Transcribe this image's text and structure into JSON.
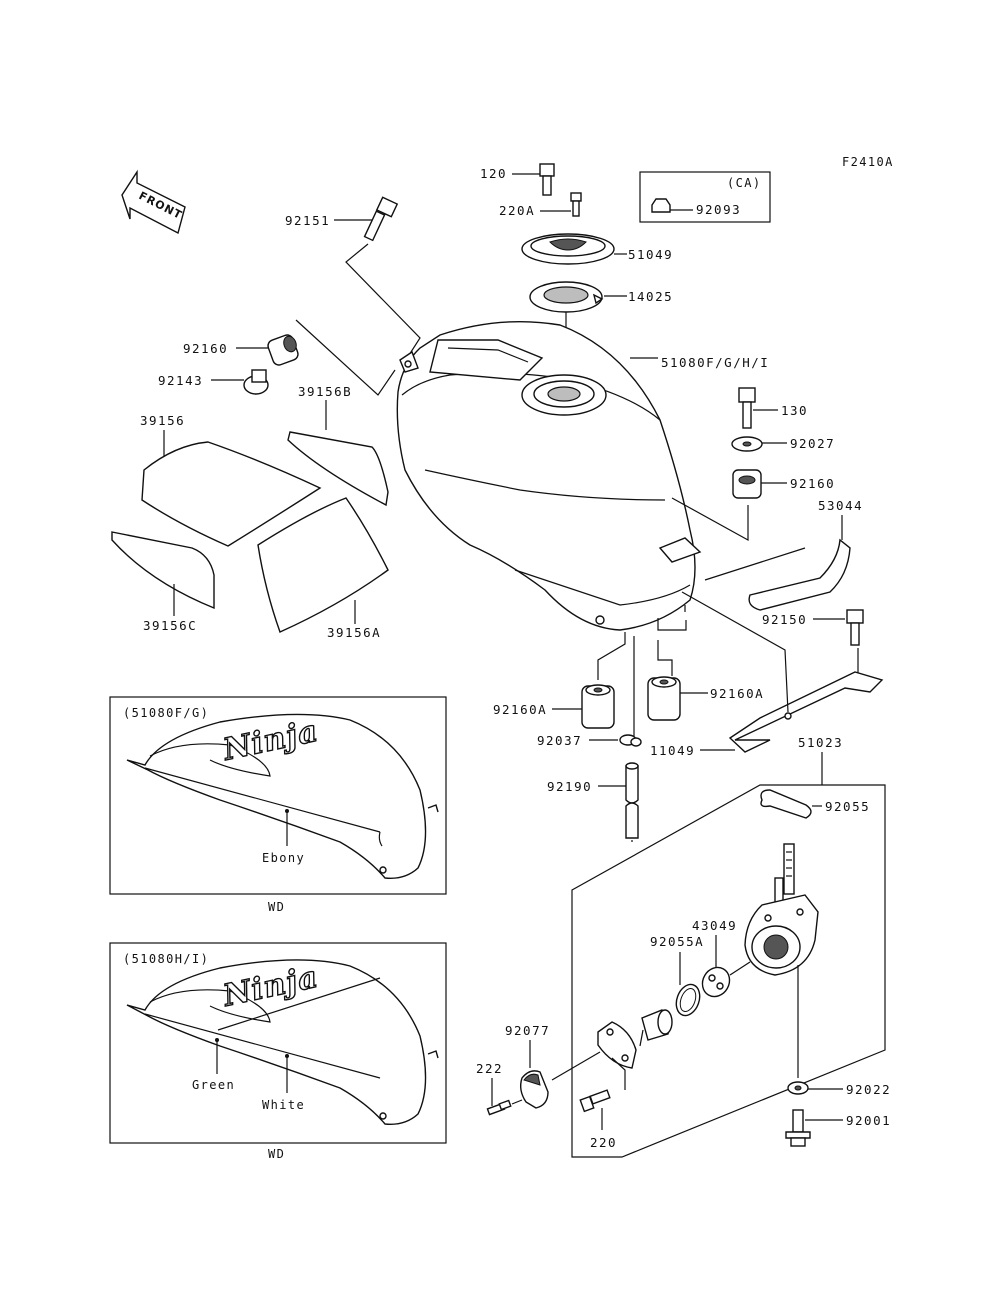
{
  "figure_code": "F2410A",
  "front_label": "FRONT",
  "ca_label": "(CA)",
  "parts": {
    "p120": "120",
    "p220A": "220A",
    "p92093": "92093",
    "p92151": "92151",
    "p51049": "51049",
    "p14025": "14025",
    "p51080": "51080F/G/H/I",
    "p92160_top": "92160",
    "p92143": "92143",
    "p39156B": "39156B",
    "p39156": "39156",
    "p130": "130",
    "p92027": "92027",
    "p92160_right": "92160",
    "p53044": "53044",
    "p39156C": "39156C",
    "p39156A": "39156A",
    "p92150": "92150",
    "p92160A_left": "92160A",
    "p92160A_right": "92160A",
    "p92037": "92037",
    "p11049": "11049",
    "p51023": "51023",
    "p92190": "92190",
    "p92055": "92055",
    "p43049": "43049",
    "p92055A": "92055A",
    "p92077": "92077",
    "p222": "222",
    "p220": "220",
    "p92022": "92022",
    "p92001": "92001"
  },
  "inset_fg": {
    "title": "(51080F/G)",
    "logo": "Ninja",
    "color1": "Ebony",
    "caption": "WD"
  },
  "inset_hi": {
    "title": "(51080H/I)",
    "logo": "Ninja",
    "color1": "Green",
    "color2": "White",
    "caption": "WD"
  }
}
